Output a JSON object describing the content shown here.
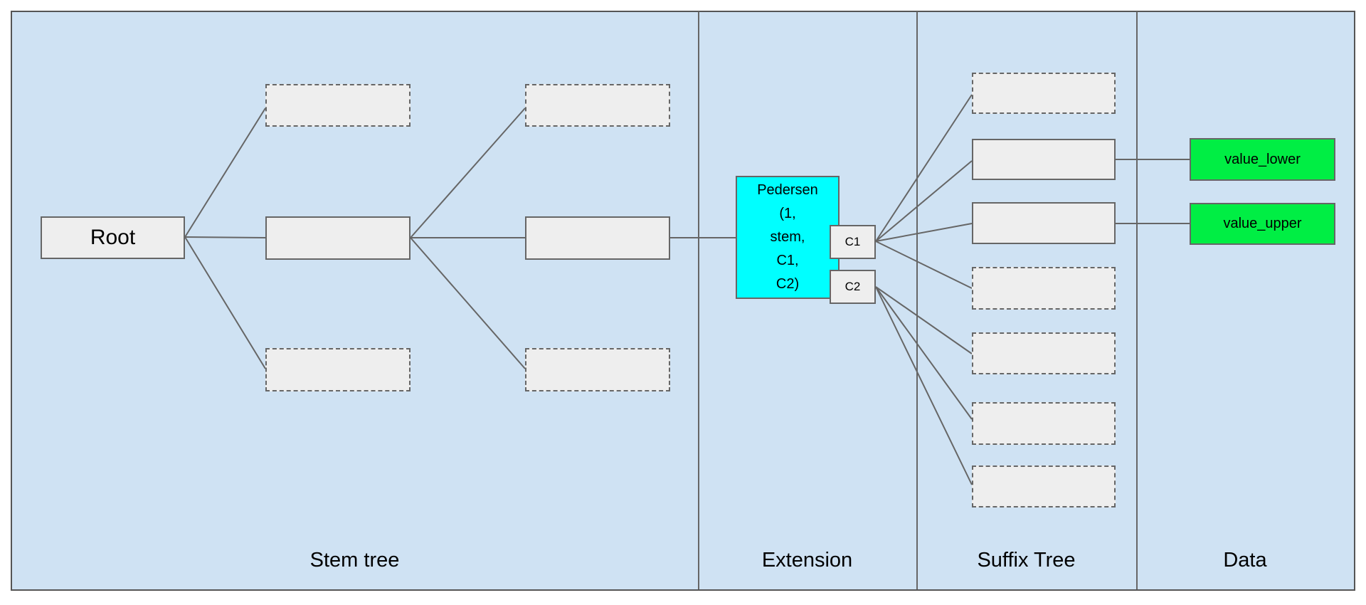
{
  "diagram": {
    "section_labels": [
      "Stem tree",
      "Extension",
      "Suffix Tree",
      "Data"
    ],
    "nodes": {
      "root": "Root",
      "pedersen": "Pedersen\n(1,\nstem,\nC1,\nC2)",
      "c1": "C1",
      "c2": "C2",
      "value_lower": "value_lower",
      "value_upper": "value_upper"
    },
    "colors": {
      "canvas_background": "#ffffff",
      "section_background": "#cfe2f3",
      "node_fill": "#eeeeee",
      "node_border": "#666666",
      "extension_fill": "#00ffff",
      "data_fill": "#00ee44",
      "edge": "#666666"
    }
  }
}
